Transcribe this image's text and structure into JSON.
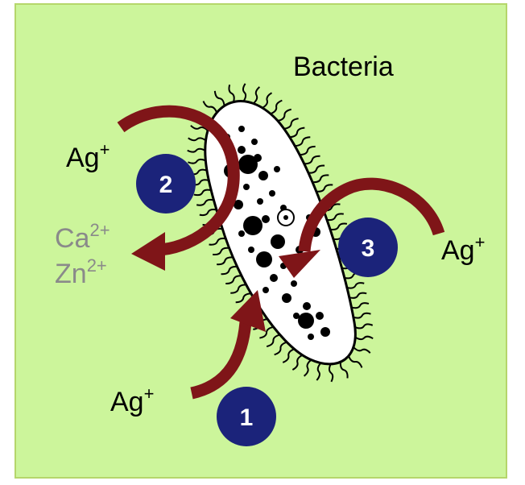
{
  "title": "Bacteria",
  "ions": {
    "ag_top": "Ag",
    "ag_right": "Ag",
    "ag_bottom": "Ag",
    "plus": "+",
    "ca": "Ca",
    "ca_charge": "2+",
    "zn": "Zn",
    "zn_charge": "2+"
  },
  "steps": [
    "1",
    "2",
    "3"
  ],
  "colors": {
    "background": "#ccf59b",
    "border": "#b5d66b",
    "arrow": "#7f1518",
    "badge": "#1b237a",
    "gray_text": "#8a8a8a"
  }
}
